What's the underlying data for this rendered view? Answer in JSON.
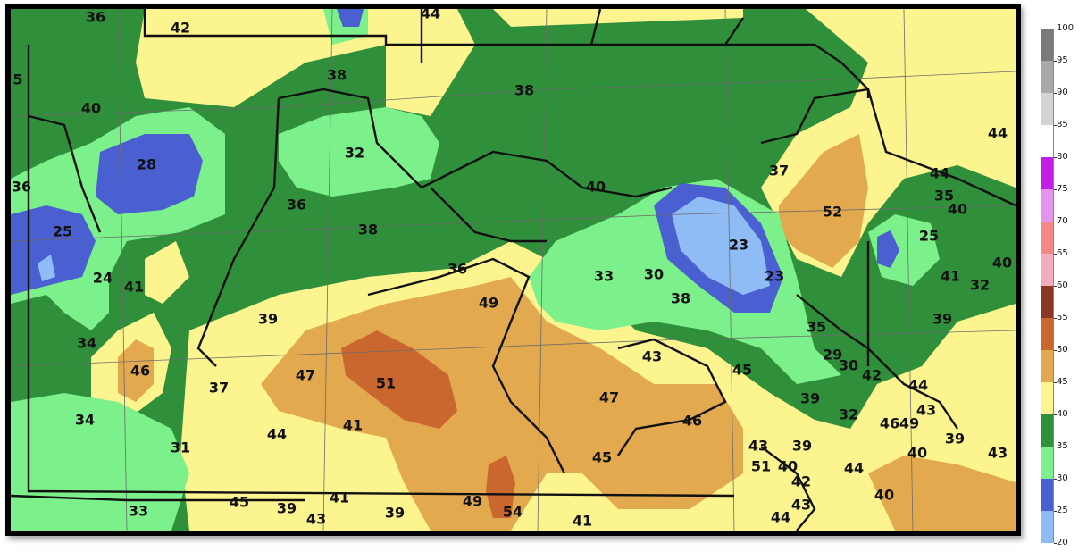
{
  "colorbar": {
    "bins": [
      {
        "from": 20,
        "to": 25,
        "color": "#8fbcf5"
      },
      {
        "from": 25,
        "to": 30,
        "color": "#4a5fd0"
      },
      {
        "from": 30,
        "to": 35,
        "color": "#7cf08a"
      },
      {
        "from": 35,
        "to": 40,
        "color": "#2f8f3a"
      },
      {
        "from": 40,
        "to": 45,
        "color": "#fbf48f"
      },
      {
        "from": 45,
        "to": 50,
        "color": "#e3a94f"
      },
      {
        "from": 50,
        "to": 55,
        "color": "#c9672e"
      },
      {
        "from": 55,
        "to": 60,
        "color": "#8a3826"
      },
      {
        "from": 60,
        "to": 65,
        "color": "#f2aebd"
      },
      {
        "from": 65,
        "to": 70,
        "color": "#f58787"
      },
      {
        "from": 70,
        "to": 75,
        "color": "#e394ee"
      },
      {
        "from": 75,
        "to": 80,
        "color": "#c21ee8"
      },
      {
        "from": 80,
        "to": 85,
        "color": "#ffffff"
      },
      {
        "from": 85,
        "to": 90,
        "color": "#d3d3d3"
      },
      {
        "from": 90,
        "to": 95,
        "color": "#a9a9a9"
      },
      {
        "from": 95,
        "to": 100,
        "color": "#7a7a7a"
      }
    ],
    "ticks": [
      "20",
      "25",
      "30",
      "35",
      "40",
      "45",
      "50",
      "55",
      "60",
      "65",
      "70",
      "75",
      "80",
      "85",
      "90",
      "95",
      "100"
    ]
  },
  "station_values": [
    "36",
    "42",
    "44",
    "5",
    "40",
    "38",
    "38",
    "32",
    "28",
    "36",
    "25",
    "36",
    "38",
    "40",
    "37",
    "52",
    "35",
    "40",
    "44",
    "44",
    "25",
    "24",
    "41",
    "36",
    "33",
    "30",
    "23",
    "23",
    "41",
    "32",
    "40",
    "49",
    "38",
    "39",
    "35",
    "39",
    "34",
    "29",
    "30",
    "46",
    "47",
    "51",
    "37",
    "43",
    "45",
    "42",
    "44",
    "43",
    "47",
    "46",
    "49",
    "34",
    "44",
    "41",
    "32",
    "46",
    "40",
    "39",
    "43",
    "31",
    "43",
    "39",
    "45",
    "51",
    "40",
    "42",
    "44",
    "33",
    "45",
    "39",
    "39",
    "43",
    "41",
    "39",
    "49",
    "54",
    "41",
    "44",
    "43",
    "40"
  ]
}
